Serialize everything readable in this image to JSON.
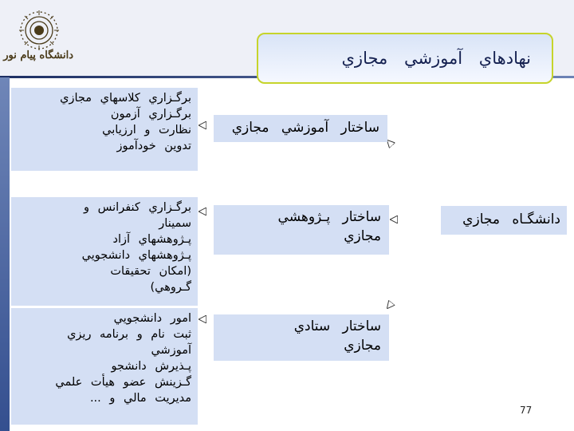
{
  "title": "نهادهاي   آموزشي   مجازي",
  "logo_text": "دانشگاه پیام نور",
  "nodes": {
    "root": "دانشگـاه  مجازي",
    "edu_line1": "ساختار   آموزشي   مجازي",
    "research_line1": "ساختار   پـژوهشي",
    "research_line2": "مجازي",
    "staff_line1": "ساختار   ستادي",
    "staff_line2": "مجازي"
  },
  "lists": {
    "edu": [
      "برگـزاري  كلاسهاي  مجازي",
      "برگـزاري  آزمون",
      "نظارت  و  ارزيابي",
      "تدوين  خودآموز"
    ],
    "research": [
      "برگـزاري  كنفرانس  و",
      "سمينار",
      "پـژوهشهاي  آزاد",
      "پـژوهشهاي  دانشجويي",
      "(امكان  تحقيقات",
      "گـروهي)"
    ],
    "staff": [
      "امور  دانشجويي",
      "ثبت  نام  و  برنامه  ريزي",
      "آموزشي",
      "پـذيرش  دانشجو",
      "گـزينش  عضو  هيأت  علمي",
      "مديريت  مالي  و ..."
    ]
  },
  "page_number": "77",
  "colors": {
    "box_fill": "#d4dff4",
    "title_border": "#c6d42b",
    "accent_dark": "#1d2f63"
  }
}
